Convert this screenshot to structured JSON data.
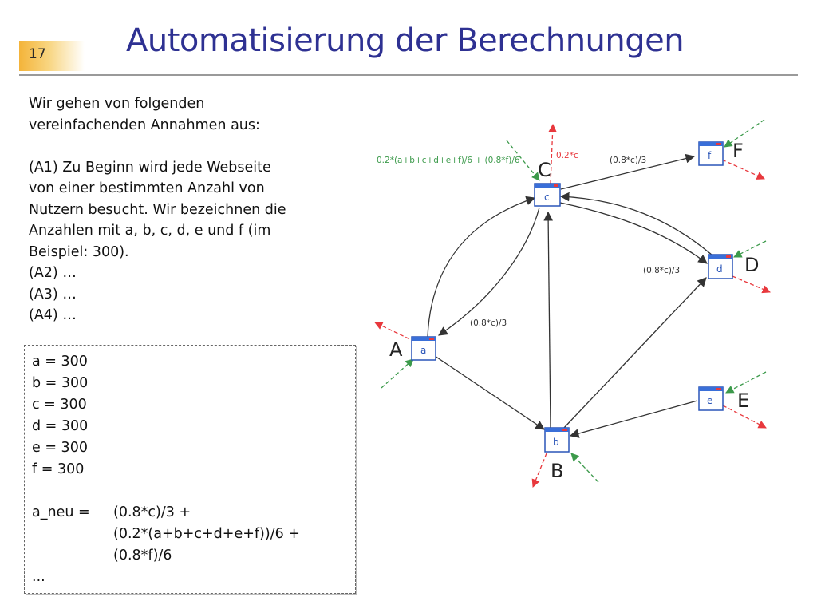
{
  "slide": {
    "number": "17",
    "title": "Automatisierung der Berechnungen"
  },
  "intro": {
    "text": "Wir gehen von folgenden\nvereinfachenden Annahmen aus:\n\n(A1) Zu Beginn wird jede Webseite\nvon einer bestimmten Anzahl von\nNutzern besucht. Wir bezeichnen die\nAnzahlen mit a, b, c, d, e und f (im\nBeispiel: 300).\n(A2) …\n(A3) …\n(A4) …"
  },
  "formulas": {
    "values": [
      "a = 300",
      "b = 300",
      "c = 300",
      "d = 300",
      "e = 300",
      "f = 300"
    ],
    "a_neu_label": "a_neu =",
    "a_neu_terms": [
      "(0.8*c)/3 +",
      "(0.2*(a+b+c+d+e+f))/6 +",
      "(0.8*f)/6"
    ],
    "ellipsis": "..."
  },
  "diagram": {
    "nodes": {
      "a": {
        "inner": "a",
        "label": "A"
      },
      "b": {
        "inner": "b",
        "label": "B"
      },
      "c": {
        "inner": "c",
        "label": "C"
      },
      "d": {
        "inner": "d",
        "label": "D"
      },
      "e": {
        "inner": "e",
        "label": "E"
      },
      "f": {
        "inner": "f",
        "label": "F"
      }
    },
    "edge_labels": {
      "c_to_f": "(0.8*c)/3",
      "c_to_d": "(0.8*c)/3",
      "c_to_a": "(0.8*c)/3",
      "c_out": "0.2*c",
      "c_in": "0.2*(a+b+c+d+e+f)/6 + (0.8*f)/6"
    },
    "colors": {
      "edge": "#333333",
      "outflow": "#e8383d",
      "inflow": "#3c9a4b",
      "node_border": "#2a55b8",
      "node_bar": "#3a6fd8"
    }
  }
}
